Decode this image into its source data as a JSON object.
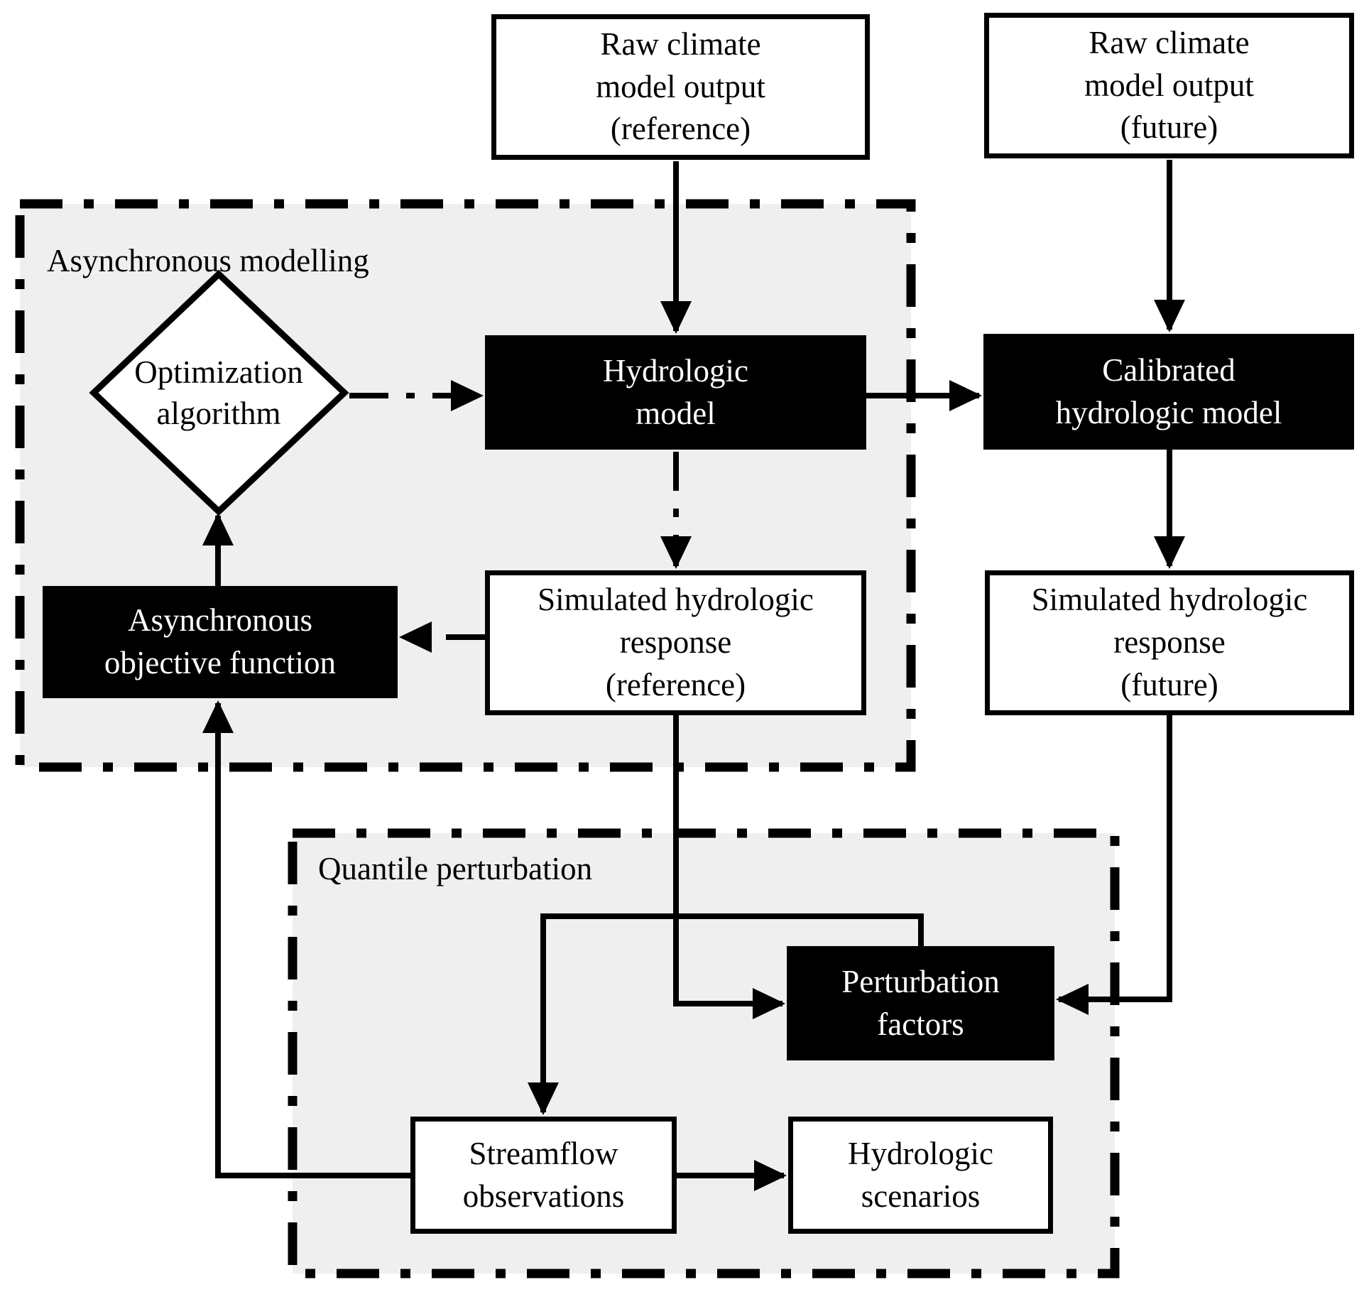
{
  "figure": {
    "type": "flowchart",
    "colors": {
      "background": "#ffffff",
      "region_fill": "#efefef",
      "dark_node_fill": "#000000",
      "dark_node_text": "#ffffff",
      "light_node_fill": "#ffffff",
      "line": "#000000"
    }
  },
  "regions": {
    "asynchronous_modelling": {
      "label": "Asynchronous modelling"
    },
    "quantile_perturbation": {
      "label": "Quantile perturbation"
    }
  },
  "nodes": {
    "raw_climate_reference": {
      "label": "Raw climate\nmodel output\n(reference)",
      "style": "light"
    },
    "raw_climate_future": {
      "label": "Raw climate\nmodel output\n(future)",
      "style": "light"
    },
    "optimization_algorithm": {
      "label": "Optimization\nalgorithm",
      "style": "decision-diamond"
    },
    "hydrologic_model": {
      "label": "Hydrologic\nmodel",
      "style": "dark"
    },
    "calibrated_hydrologic_model": {
      "label": "Calibrated\nhydrologic model",
      "style": "dark"
    },
    "simulated_response_reference": {
      "label": "Simulated hydrologic\nresponse\n(reference)",
      "style": "light"
    },
    "simulated_response_future": {
      "label": "Simulated hydrologic\nresponse\n(future)",
      "style": "light"
    },
    "asynchronous_objective_function": {
      "label": "Asynchronous\nobjective function",
      "style": "dark"
    },
    "perturbation_factors": {
      "label": "Perturbation\nfactors",
      "style": "dark"
    },
    "streamflow_observations": {
      "label": "Streamflow\nobservations",
      "style": "light"
    },
    "hydrologic_scenarios": {
      "label": "Hydrologic\nscenarios",
      "style": "light"
    }
  },
  "edges": [
    {
      "from": "raw_climate_reference",
      "to": "hydrologic_model",
      "style": "solid"
    },
    {
      "from": "raw_climate_future",
      "to": "calibrated_hydrologic_model",
      "style": "solid"
    },
    {
      "from": "optimization_algorithm",
      "to": "hydrologic_model",
      "style": "dash-dot"
    },
    {
      "from": "hydrologic_model",
      "to": "calibrated_hydrologic_model",
      "style": "solid"
    },
    {
      "from": "hydrologic_model",
      "to": "simulated_response_reference",
      "style": "dash-dot"
    },
    {
      "from": "simulated_response_reference",
      "to": "asynchronous_objective_function",
      "style": "dash-dot"
    },
    {
      "from": "asynchronous_objective_function",
      "to": "optimization_algorithm",
      "style": "solid"
    },
    {
      "from": "calibrated_hydrologic_model",
      "to": "simulated_response_future",
      "style": "solid"
    },
    {
      "from": "simulated_response_reference",
      "to": "perturbation_factors",
      "style": "solid"
    },
    {
      "from": "simulated_response_future",
      "to": "perturbation_factors",
      "style": "solid"
    },
    {
      "from": "perturbation_factors",
      "to": "streamflow_observations",
      "style": "solid"
    },
    {
      "from": "streamflow_observations",
      "to": "hydrologic_scenarios",
      "style": "solid"
    },
    {
      "from": "streamflow_observations",
      "to": "asynchronous_objective_function",
      "style": "solid"
    }
  ]
}
